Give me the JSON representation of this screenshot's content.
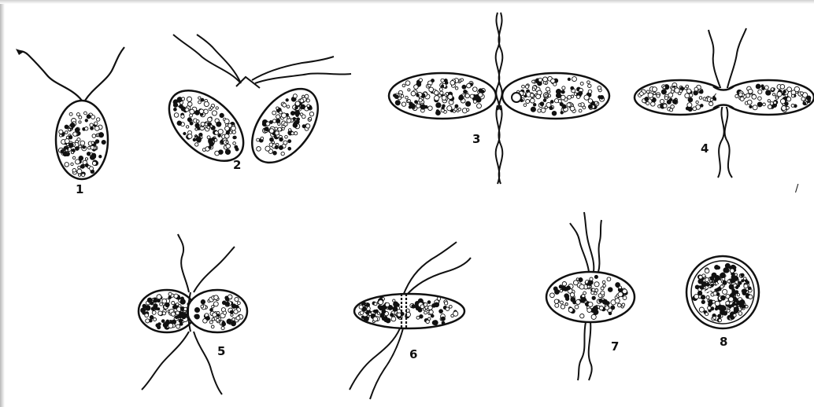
{
  "figure": {
    "labels": [
      "1",
      "2",
      "3",
      "4",
      "5",
      "6",
      "7",
      "8"
    ],
    "stray_mark": "/"
  },
  "colors": {
    "ink": "#111111",
    "paper": "#ffffff"
  }
}
